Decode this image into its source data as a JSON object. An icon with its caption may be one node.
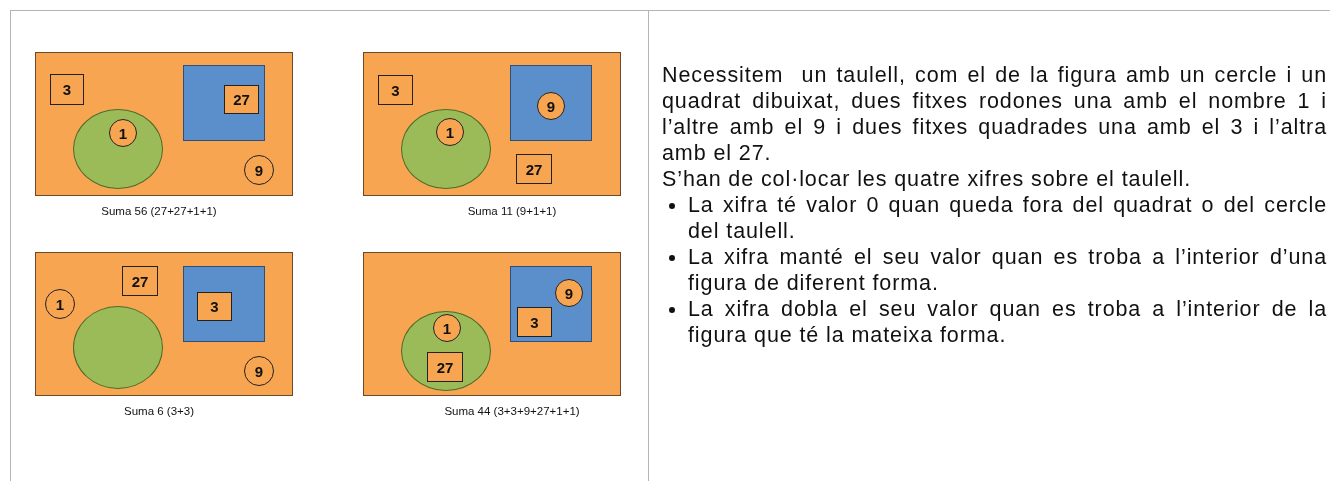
{
  "diagram": {
    "nodes": [
      {
        "text": [],
        "shape": "box",
        "beside": [
          "Suma 56 (27+27+1+1)"
        ]
      },
      {
        "text": [
          "3"
        ],
        "in": 0
      },
      {
        "text": [],
        "shape": "box",
        "in": 0
      },
      {
        "text": [
          "27"
        ],
        "in": 2
      },
      {
        "text": [],
        "shape": "circle",
        "in": 0
      },
      {
        "text": [
          "1"
        ],
        "in": 4
      },
      {
        "text": [
          "9"
        ],
        "in": 0
      },
      {
        "text": [],
        "shape": "box",
        "beside": [
          "Suma 11 (9+1+1)"
        ]
      },
      {
        "text": [
          "3"
        ],
        "in": 7
      },
      {
        "text": [],
        "shape": "box",
        "in": 7
      },
      {
        "text": [
          "9"
        ],
        "in": 9
      },
      {
        "text": [],
        "shape": "circle",
        "in": 7
      },
      {
        "text": [
          "1"
        ],
        "in": 11
      },
      {
        "text": [
          "27"
        ],
        "in": 7
      },
      {
        "text": [],
        "shape": "box",
        "beside": [
          "Suma 6 (3+3)"
        ]
      },
      {
        "text": [
          "1"
        ],
        "in": 14
      },
      {
        "text": [
          "27"
        ],
        "in": 14
      },
      {
        "text": [],
        "shape": "box",
        "in": 14
      },
      {
        "text": [
          "3"
        ],
        "in": 17
      },
      {
        "text": [],
        "shape": "circle",
        "in": 14
      },
      {
        "text": [
          "9"
        ],
        "in": 14
      },
      {
        "text": [],
        "shape": "box",
        "beside": [
          "Suma 44 (3+3+9+27+1+1)"
        ]
      },
      {
        "text": [],
        "shape": "box",
        "in": 21
      },
      {
        "text": [
          "9"
        ],
        "in": 22
      },
      {
        "text": [
          "3"
        ],
        "in": 22
      },
      {
        "text": [],
        "shape": "circle",
        "in": 21
      },
      {
        "text": [
          "1"
        ],
        "in": 25
      },
      {
        "text": [
          "27"
        ],
        "in": 25
      }
    ],
    "labels": [
      "Necessitem  un taulell, com el de la figura amb un cercle i un quadrat dibuixat, dues fitxes rodones una amb el nombre 1 i l’altre amb el 9 i dues fitxes quadrades una amb el 3 i l’altra amb el 27.",
      "S’han de col·locar les quatre xifres sobre el taulell.",
      "La xifra té valor 0 quan queda fora del quadrat o del cercle del taulell.",
      "La xifra manté el seu valor quan es troba a l’interior d’una figura de diferent forma.",
      "La xifra dobla el seu valor quan es troba a l’interior de la figura que té la mateixa forma."
    ]
  }
}
